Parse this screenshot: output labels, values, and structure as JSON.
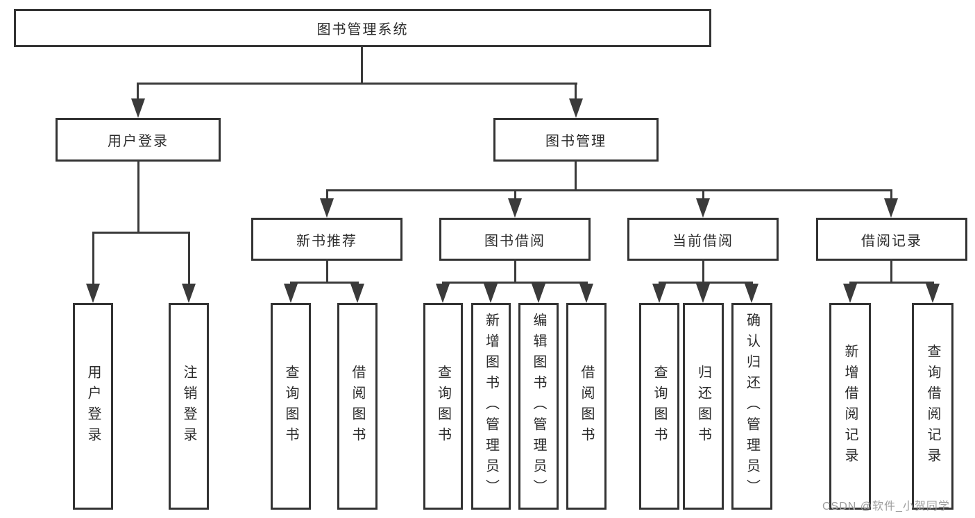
{
  "diagram": {
    "type": "hierarchy-tree",
    "nodes": {
      "root": "图书管理系统",
      "level1": [
        "用户登录",
        "图书管理"
      ],
      "level2": [
        "新书推荐",
        "图书借阅",
        "当前借阅",
        "借阅记录"
      ],
      "leaves": [
        "用户登录",
        "注销登录",
        "查询图书",
        "借阅图书",
        "查询图书",
        "新增图书（管理员）",
        "编辑图书（管理员）",
        "借阅图书",
        "查询图书",
        "归还图书",
        "确认归还（管理员）",
        "新增借阅记录",
        "查询借阅记录"
      ]
    },
    "hierarchy": {
      "图书管理系统": {
        "用户登录": [
          "用户登录",
          "注销登录"
        ],
        "图书管理": {
          "新书推荐": [
            "查询图书",
            "借阅图书"
          ],
          "图书借阅": [
            "查询图书",
            "新增图书（管理员）",
            "编辑图书（管理员）",
            "借阅图书"
          ],
          "当前借阅": [
            "查询图书",
            "归还图书",
            "确认归还（管理员）"
          ],
          "借阅记录": [
            "新增借阅记录",
            "查询借阅记录"
          ]
        }
      }
    },
    "colors": {
      "background": "#ffffff",
      "border": "#333333",
      "line": "#3a3a3a",
      "text": "#2b2b2b",
      "watermark": "#9e9e9e"
    }
  },
  "watermark": "CSDN @软件_小贺同学"
}
